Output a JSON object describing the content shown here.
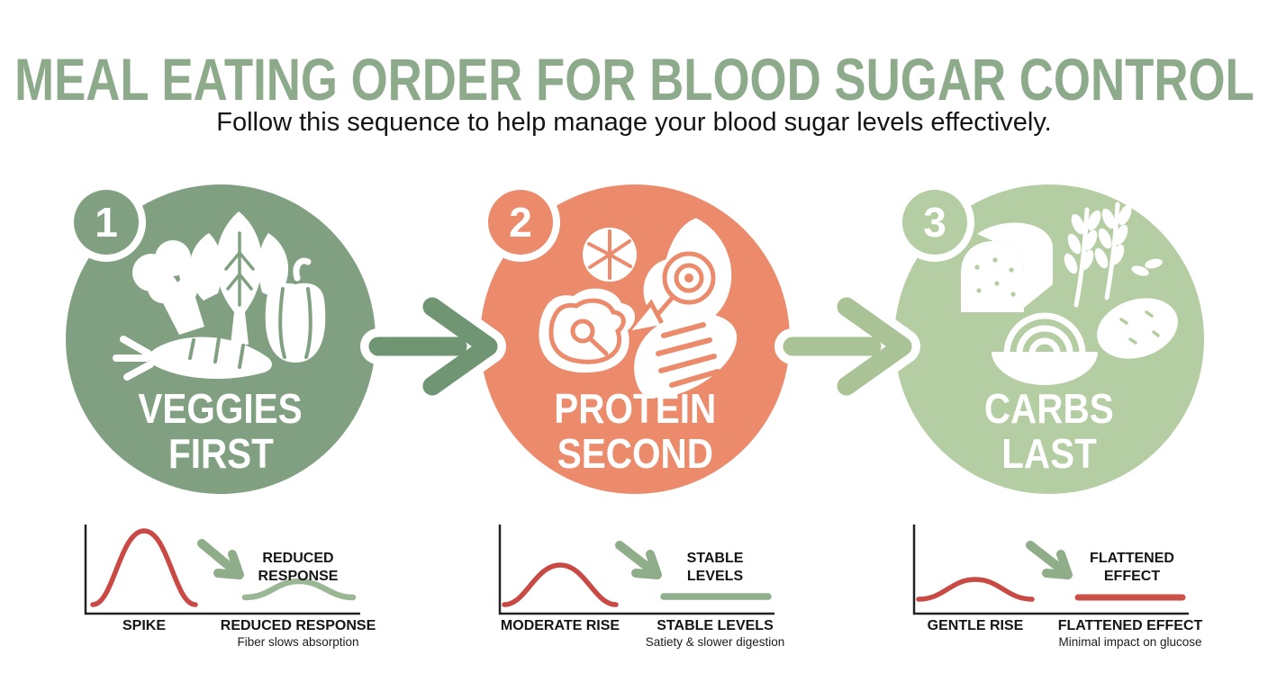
{
  "header": {
    "title": "MEAL EATING ORDER FOR BLOOD SUGAR CONTROL",
    "subtitle": "Follow this sequence to help manage your blood sugar levels effectively."
  },
  "palette": {
    "title_green": "#8dab8b",
    "text_dark": "#151515",
    "axis_black": "#222222",
    "mini_arrow_green": "#8fad89",
    "background": "#ffffff"
  },
  "steps": [
    {
      "number": "1",
      "label_line1": "VEGGIES",
      "label_line2": "FIRST",
      "color": "#81a081",
      "icon": "vegetables-icon"
    },
    {
      "number": "2",
      "label_line1": "PROTEIN",
      "label_line2": "SECOND",
      "color": "#ec8a6c",
      "icon": "protein-foods-icon"
    },
    {
      "number": "3",
      "label_line1": "CARBS",
      "label_line2": "LAST",
      "color": "#b4cda3",
      "icon": "carb-foods-icon"
    }
  ],
  "arrows": [
    {
      "color": "#6f9572"
    },
    {
      "color": "#a9c396"
    }
  ],
  "charts": [
    {
      "before_label": "SPIKE",
      "annotation_line1": "REDUCED",
      "annotation_line2": "RESPONSE",
      "after_label": "REDUCED RESPONSE",
      "note": "Fiber slows absorption",
      "before_color": "#c94a44",
      "after_color": "#9ab794"
    },
    {
      "before_label": "MODERATE RISE",
      "annotation_line1": "STABLE",
      "annotation_line2": "LEVELS",
      "after_label": "STABLE LEVELS",
      "note": "Satiety & slower digestion",
      "before_color": "#c94a44",
      "after_color": "#8fae8c"
    },
    {
      "before_label": "GENTLE RISE",
      "annotation_line1": "FLATTENED",
      "annotation_line2": "EFFECT",
      "after_label": "FLATTENED EFFECT",
      "note": "Minimal impact on glucose",
      "before_color": "#c94a44",
      "after_color": "#cc4f48"
    }
  ],
  "chart_data": [
    {
      "type": "line",
      "title": "Glucose response — Veggies First",
      "series": [
        {
          "name": "SPIKE",
          "color": "#c94a44",
          "shape": "tall narrow bell peak",
          "relative_peak": 1.0
        },
        {
          "name": "REDUCED RESPONSE",
          "color": "#9ab794",
          "shape": "low gentle bump",
          "relative_peak": 0.25
        }
      ],
      "caption": "Fiber slows absorption",
      "axes": "unlabeled L-shaped axes (time vs glucose)"
    },
    {
      "type": "line",
      "title": "Glucose response — Protein Second",
      "series": [
        {
          "name": "MODERATE RISE",
          "color": "#c94a44",
          "shape": "medium bell bump",
          "relative_peak": 0.55
        },
        {
          "name": "STABLE LEVELS",
          "color": "#8fae8c",
          "shape": "flat horizontal line",
          "relative_peak": 0.1
        }
      ],
      "caption": "Satiety & slower digestion",
      "axes": "unlabeled L-shaped axes (time vs glucose)"
    },
    {
      "type": "line",
      "title": "Glucose response — Carbs Last",
      "series": [
        {
          "name": "GENTLE RISE",
          "color": "#c94a44",
          "shape": "small gentle bump",
          "relative_peak": 0.25
        },
        {
          "name": "FLATTENED EFFECT",
          "color": "#cc4f48",
          "shape": "flat horizontal line",
          "relative_peak": 0.1
        }
      ],
      "caption": "Minimal impact on glucose",
      "axes": "unlabeled L-shaped axes (time vs glucose)"
    }
  ]
}
